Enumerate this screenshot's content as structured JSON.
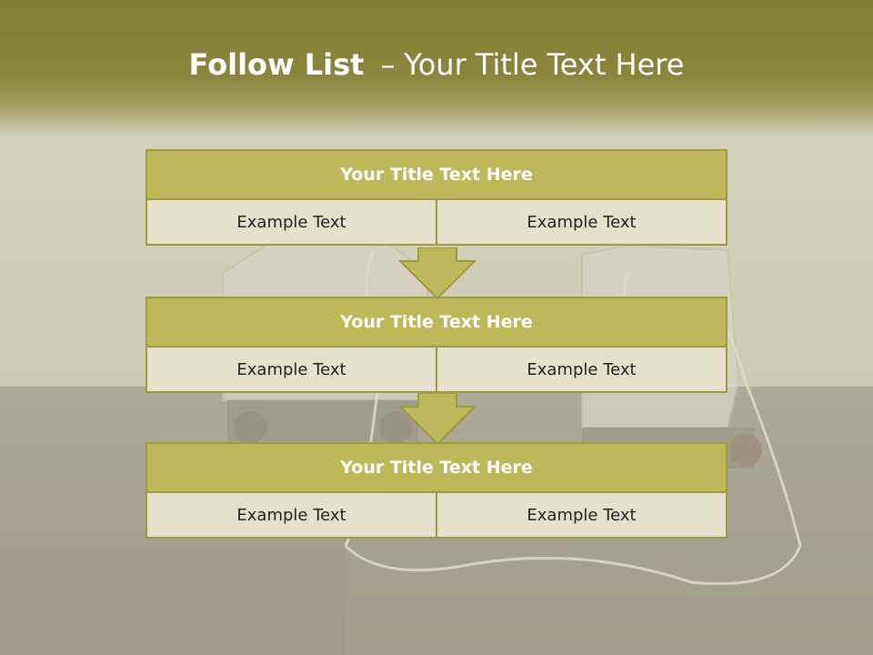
{
  "header": {
    "title_bold": "Follow List",
    "separator": "–",
    "title_rest": "Your Title Text Here"
  },
  "blocks": [
    {
      "title": "Your Title Text Here",
      "cells": [
        "Example Text",
        "Example Text"
      ]
    },
    {
      "title": "Your Title Text Here",
      "cells": [
        "Example Text",
        "Example Text"
      ]
    },
    {
      "title": "Your Title Text Here",
      "cells": [
        "Example Text",
        "Example Text"
      ]
    }
  ],
  "colors": {
    "header_band": "#837e38",
    "block_title_fill": "#bfb85a",
    "block_border": "#9d9a43",
    "cell_fill": "#e5e2cc",
    "arrow_fill": "#bfb85a"
  }
}
